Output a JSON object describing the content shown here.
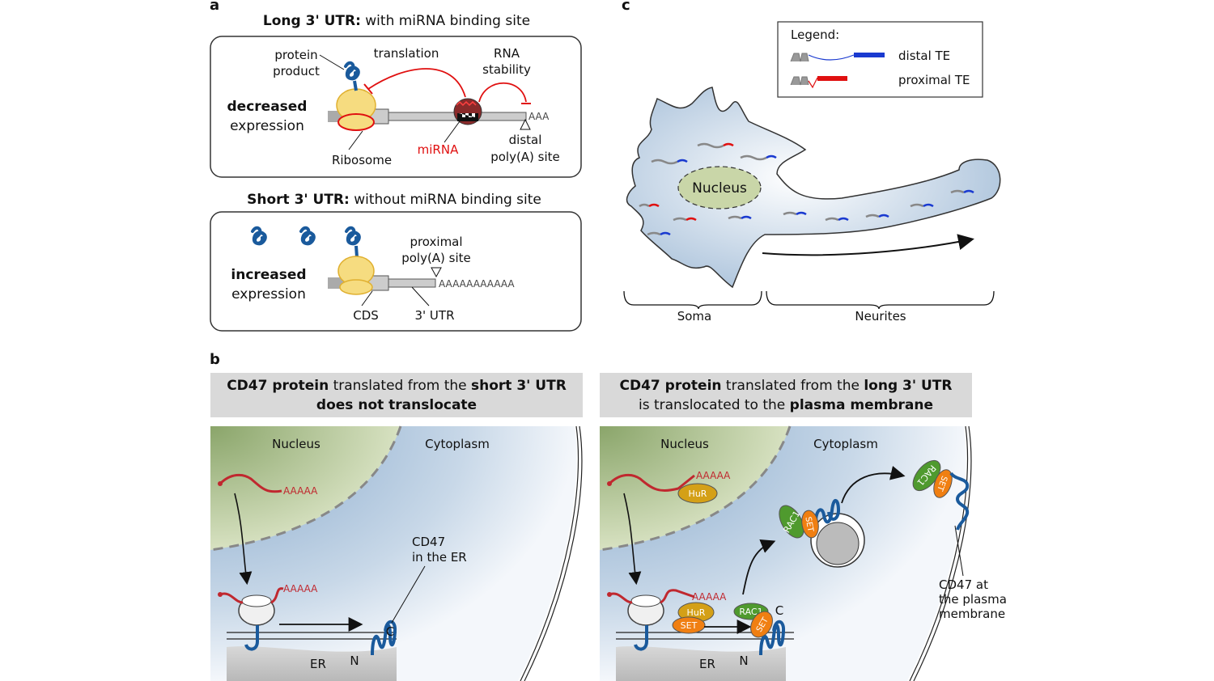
{
  "panel_a": {
    "letter": "a",
    "long": {
      "title_bold": "Long 3' UTR:",
      "title_rest": " with miRNA binding site",
      "protein_line1": "protein",
      "protein_line2": "product",
      "translation": "translation",
      "rna_line1": "RNA",
      "rna_line2": "stability",
      "expr_bold": "decreased",
      "expr_rest": "expression",
      "ribosome": "Ribosome",
      "mirna": "miRNA",
      "polya_short": "AAA",
      "distal_line1": "distal",
      "distal_line2": "poly(A) site"
    },
    "short": {
      "title_bold": "Short 3' UTR:",
      "title_rest": " without miRNA binding site",
      "expr_bold": "increased",
      "expr_rest": "expression",
      "proximal_line1": "proximal",
      "proximal_line2": "poly(A) site",
      "polya_long": "AAAAAAAAAAA",
      "cds": "CDS",
      "utr": "3' UTR"
    }
  },
  "panel_b": {
    "letter": "b",
    "left": {
      "header_bold1": "CD47 protein",
      "header_rest1": " translated from the ",
      "header_bold2": "short 3' UTR",
      "header_line2": "does not translocate",
      "nucleus": "Nucleus",
      "cytoplasm": "Cytoplasm",
      "polya": "AAAAA",
      "polya2": "AAAAA",
      "cd47_line1": "CD47",
      "cd47_line2": "in the ER",
      "c": "C",
      "n": "N",
      "er": "ER"
    },
    "right": {
      "header_bold1": "CD47 protein",
      "header_rest1": " translated from the ",
      "header_bold2": "long 3' UTR",
      "header_line2a": "is translocated to the ",
      "header_line2b": "plasma membrane",
      "nucleus": "Nucleus",
      "cytoplasm": "Cytoplasm",
      "polya": "AAAAA",
      "polya2": "AAAAA",
      "hur": "HuR",
      "set": "SET",
      "rac1": "RAC1",
      "c": "C",
      "n": "N",
      "er": "ER",
      "pm_line1": "CD47 at",
      "pm_line2": "the plasma",
      "pm_line3": "membrane"
    }
  },
  "panel_c": {
    "letter": "c",
    "legend_title": "Legend:",
    "legend_distal": "distal TE",
    "legend_proximal": "proximal TE",
    "nucleus": "Nucleus",
    "soma": "Soma",
    "neurites": "Neurites"
  },
  "colors": {
    "blue_protein": "#1a5a9c",
    "red_mirna": "#e01010",
    "ribosome_yellow": "#f6dc80",
    "nucleus_green": "#c9d6a8",
    "cytoplasm_blue": "#9fbad6",
    "hur": "#d4a017",
    "set": "#f07f12",
    "rac1": "#4f9a2e"
  }
}
